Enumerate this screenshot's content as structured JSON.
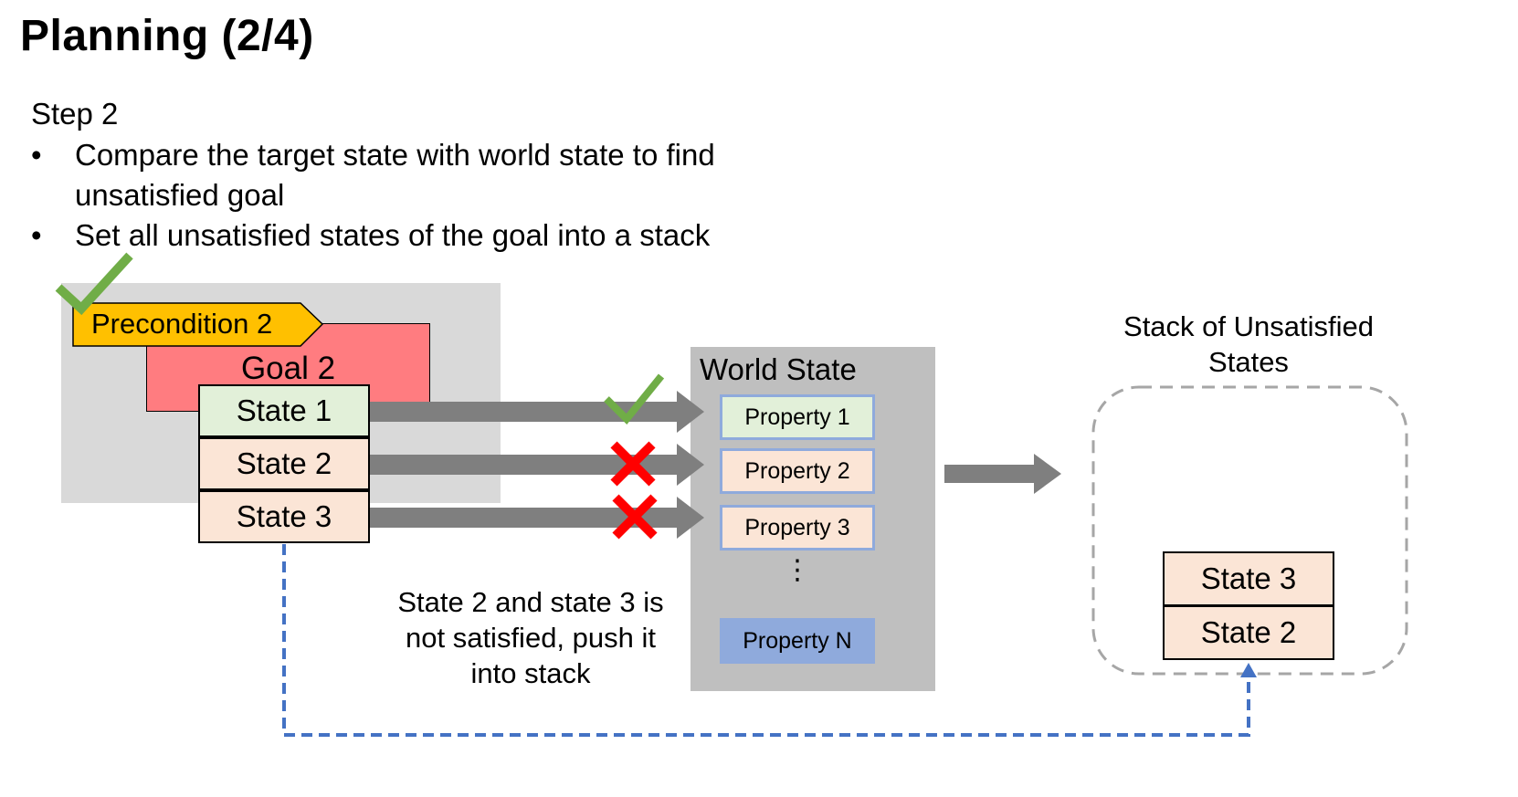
{
  "title": "Planning (2/4)",
  "step": "Step 2",
  "bullets": [
    "Compare the target state with world state to find unsatisfied goal",
    "Set all unsatisfied states of the goal into a stack"
  ],
  "bullet_symbol": "•",
  "goal": {
    "precondition": "Precondition 2",
    "label": "Goal 2",
    "states": [
      "State 1",
      "State 2",
      "State 3"
    ]
  },
  "world_state": {
    "title": "World State",
    "properties": [
      "Property 1",
      "Property 2",
      "Property 3"
    ],
    "ellipsis": "⋮",
    "last_property": "Property N"
  },
  "note": "State 2 and state 3 is not satisfied, push it into stack",
  "stack": {
    "title": "Stack of Unsatisfied States",
    "items": [
      "State 3",
      "State 2"
    ]
  },
  "colors": {
    "precondition": "#ffc000",
    "goal": "#ff7c80",
    "satisfied": "#e2f0d9",
    "unsatisfied": "#fbe5d6",
    "property_border": "#8faadc",
    "arrow": "#7f7f7f",
    "check": "#70ad47",
    "cross": "#ff0000",
    "dashed_line": "#4472c4",
    "stack_border": "#a6a6a6"
  }
}
